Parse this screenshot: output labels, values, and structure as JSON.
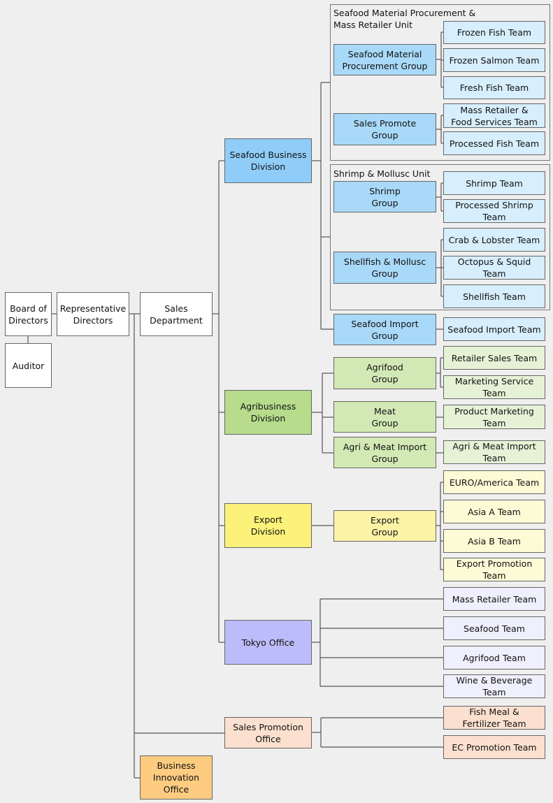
{
  "colors": {
    "white": "#ffffff",
    "seafood_division": "#8fcdf8",
    "seafood_group": "#a9d9f8",
    "seafood_team": "#d7eefc",
    "agri_division": "#b6dc8c",
    "agri_group": "#d3e9b5",
    "agri_team": "#e6f2d6",
    "export_division": "#fcf27a",
    "export_group": "#fcf3a6",
    "export_team": "#fdfad6",
    "tokyo_office": "#bdbcfa",
    "tokyo_team": "#efeffd",
    "sales_promotion": "#fbe0cf",
    "business_innovation": "#fdcc80"
  },
  "org": {
    "board": "Board of\nDirectors",
    "auditor": "Auditor",
    "representative": "Representative\nDirectors",
    "sales_department": "Sales\nDepartment",
    "seafood_division": {
      "label": "Seafood Business\nDivision",
      "procurement_unit": {
        "label": "Seafood Material Procurement &\nMass Retailer Unit",
        "procurement_group": {
          "label": "Seafood Material\nProcurement Group",
          "teams": [
            "Frozen Fish Team",
            "Frozen Salmon Team",
            "Fresh Fish Team"
          ]
        },
        "sales_promote_group": {
          "label": "Sales Promote\nGroup",
          "teams": [
            "Mass Retailer &\nFood Services Team",
            "Processed Fish Team"
          ]
        }
      },
      "shrimp_unit": {
        "label": "Shrimp & Mollusc Unit",
        "shrimp_group": {
          "label": "Shrimp\nGroup",
          "teams": [
            "Shrimp Team",
            "Processed Shrimp\nTeam"
          ]
        },
        "shellfish_group": {
          "label": "Shellfish & Mollusc\nGroup",
          "teams": [
            "Crab & Lobster Team",
            "Octopus & Squid\nTeam",
            "Shellfish Team"
          ]
        }
      },
      "import_group": {
        "label": "Seafood Import\nGroup",
        "teams": [
          "Seafood Import Team"
        ]
      }
    },
    "agri_division": {
      "label": "Agribusiness\nDivision",
      "agrifood_group": {
        "label": "Agrifood\nGroup",
        "teams": [
          "Retailer Sales Team",
          "Marketing Service\nTeam"
        ]
      },
      "meat_group": {
        "label": "Meat\nGroup",
        "teams": [
          "Product Marketing\nTeam"
        ]
      },
      "import_group": {
        "label": "Agri & Meat Import\nGroup",
        "teams": [
          "Agri & Meat Import\nTeam"
        ]
      }
    },
    "export_division": {
      "label": "Export\nDivision",
      "export_group": {
        "label": "Export\nGroup",
        "teams": [
          "EURO/America Team",
          "Asia A Team",
          "Asia B Team",
          "Export Promotion\nTeam"
        ]
      }
    },
    "tokyo_office": {
      "label": "Tokyo Office",
      "teams": [
        "Mass Retailer Team",
        "Seafood Team",
        "Agrifood Team",
        "Wine & Beverage\nTeam"
      ]
    },
    "sales_promotion_office": {
      "label": "Sales Promotion\nOffice",
      "teams": [
        "Fish Meal &\nFertilizer Team",
        "EC Promotion Team"
      ]
    },
    "business_innovation_office": "Business\nInnovation\nOffice"
  }
}
